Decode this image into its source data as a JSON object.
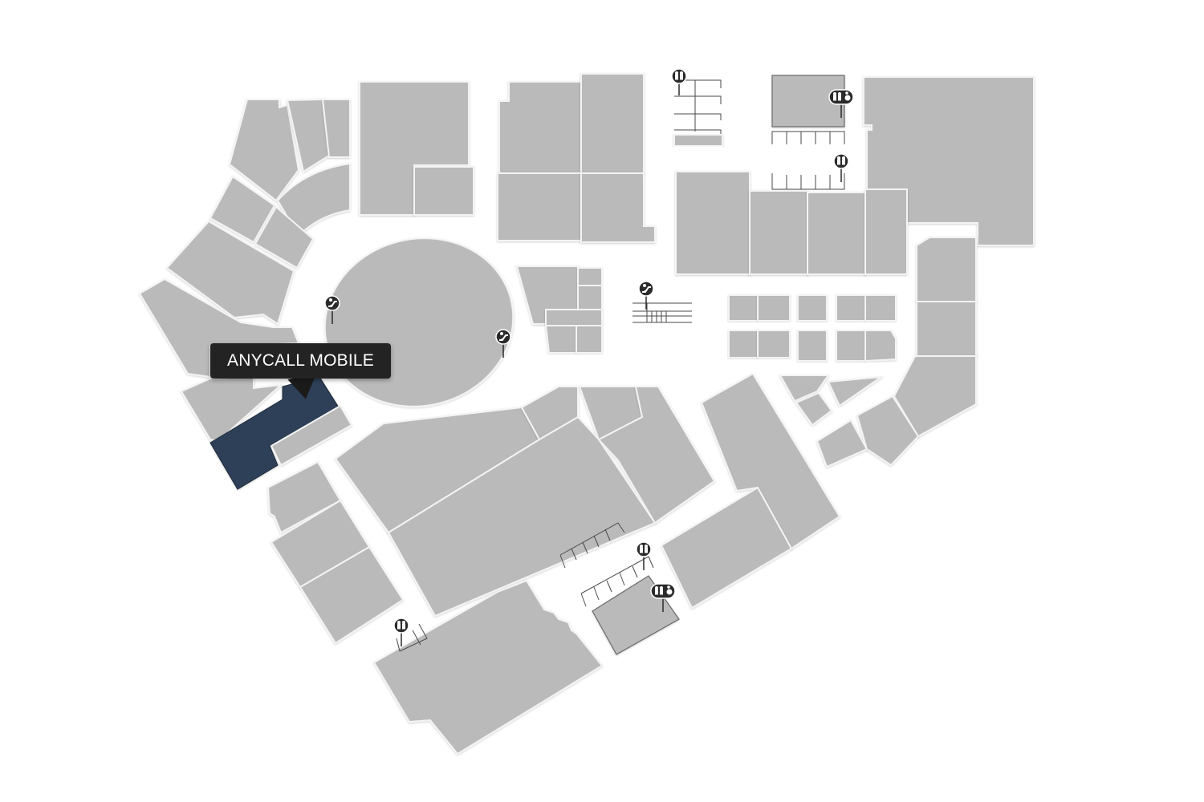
{
  "map": {
    "selected_store": {
      "name": "ANYCALL MOBILE",
      "fill_color": "#2f4058"
    },
    "store_color": "#bababa",
    "background_color": "#ffffff",
    "amenities": [
      {
        "type": "restroom",
        "icon": "restroom-icon"
      },
      {
        "type": "restroom-accessible",
        "icon": "restroom-accessible-icon"
      },
      {
        "type": "restroom",
        "icon": "restroom-icon"
      },
      {
        "type": "escalator",
        "icon": "escalator-icon"
      },
      {
        "type": "escalator",
        "icon": "escalator-icon"
      },
      {
        "type": "escalator",
        "icon": "escalator-icon"
      },
      {
        "type": "restroom",
        "icon": "restroom-icon"
      },
      {
        "type": "restroom-accessible",
        "icon": "restroom-accessible-icon"
      },
      {
        "type": "restroom",
        "icon": "restroom-icon"
      }
    ]
  }
}
